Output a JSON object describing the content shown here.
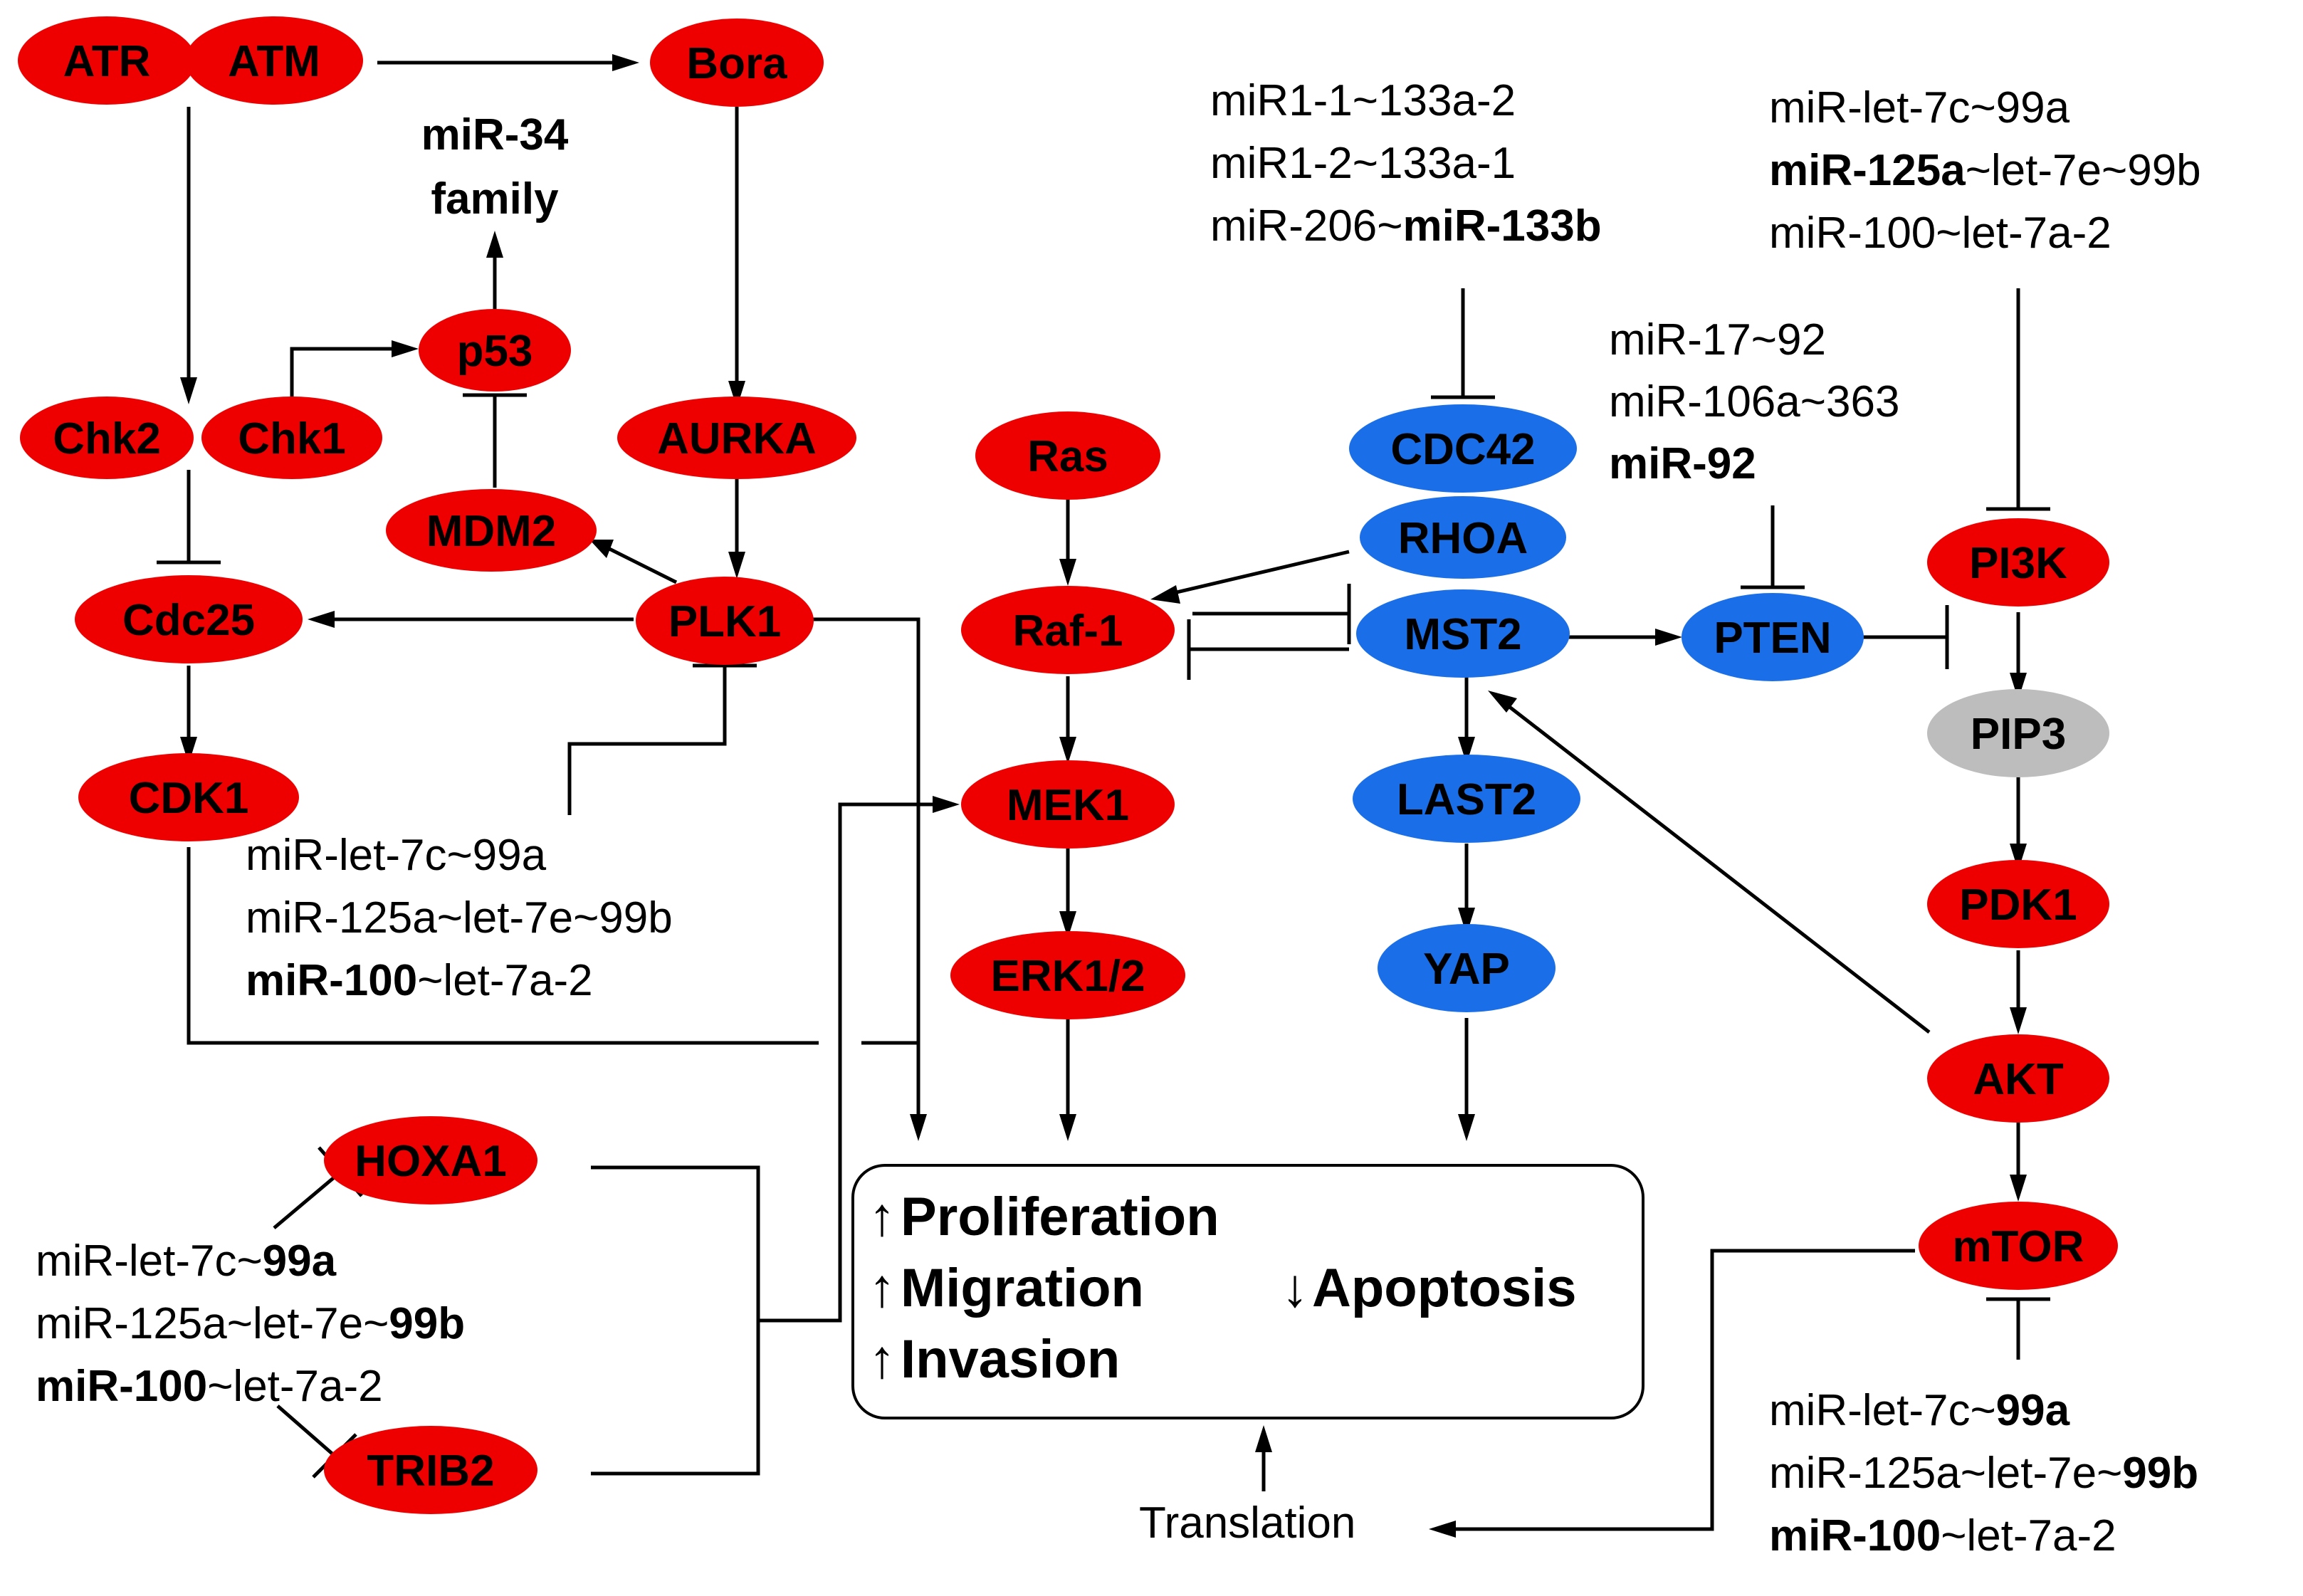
{
  "colors": {
    "red": "#ee0000",
    "blue": "#1a6fe8",
    "gray": "#bdbdbd",
    "text": "#000000",
    "arrow_red": "#ee0000"
  },
  "nodes": {
    "atr": "ATR",
    "atm": "ATM",
    "bora": "Bora",
    "mir34_line1": "miR-34",
    "mir34_line2": "family",
    "p53": "p53",
    "chk2": "Chk2",
    "chk1": "Chk1",
    "aurka": "AURKA",
    "mdm2": "MDM2",
    "cdc25": "Cdc25",
    "plk1": "PLK1",
    "cdk1": "CDK1",
    "ras": "Ras",
    "raf1": "Raf-1",
    "mek1": "MEK1",
    "erk12": "ERK1/2",
    "cdc42": "CDC42",
    "rhoa": "RHOA",
    "mst2": "MST2",
    "last2": "LAST2",
    "yap": "YAP",
    "pten": "PTEN",
    "pi3k": "PI3K",
    "pip3": "PIP3",
    "pdk1": "PDK1",
    "akt": "AKT",
    "mtor": "mTOR",
    "hoxa1": "HOXA1",
    "trib2": "TRIB2"
  },
  "mirna_groups": {
    "plk1": {
      "l1": "miR-let-7c~99a",
      "l2": "miR-125a~let-7e~99b",
      "l3_bold": "miR-100",
      "l3_rest": "~let-7a-2"
    },
    "cdc42": {
      "l1": "miR1-1~133a-2",
      "l2": "miR1-2~133a-1",
      "l3_pre": "miR-206~",
      "l3_bold": "miR-133b"
    },
    "pi3k": {
      "l1": "miR-let-7c~99a",
      "l2_bold": "miR-125a",
      "l2_rest": "~let-7e~99b",
      "l3": "miR-100~let-7a-2"
    },
    "pten": {
      "l1": "miR-17~92",
      "l2": "miR-106a~363",
      "l3_bold": "miR-92"
    },
    "hox": {
      "l1_pre": "miR-let-7c~",
      "l1_bold": "99a",
      "l2_pre": "miR-125a~let-7e~",
      "l2_bold": "99b",
      "l3_bold": "miR-100",
      "l3_rest": "~let-7a-2"
    },
    "mtor": {
      "l1_pre": "miR-let-7c~",
      "l1_bold": "99a",
      "l2_pre": "miR-125a~let-7e~",
      "l2_bold": "99b",
      "l3_bold": "miR-100",
      "l3_rest": "~let-7a-2"
    }
  },
  "outcomes": {
    "arrow_up": "↑",
    "arrow_down": "↓",
    "proliferation": "Proliferation",
    "migration": "Migration",
    "invasion": "Invasion",
    "apoptosis": "Apoptosis"
  },
  "translation": "Translation"
}
